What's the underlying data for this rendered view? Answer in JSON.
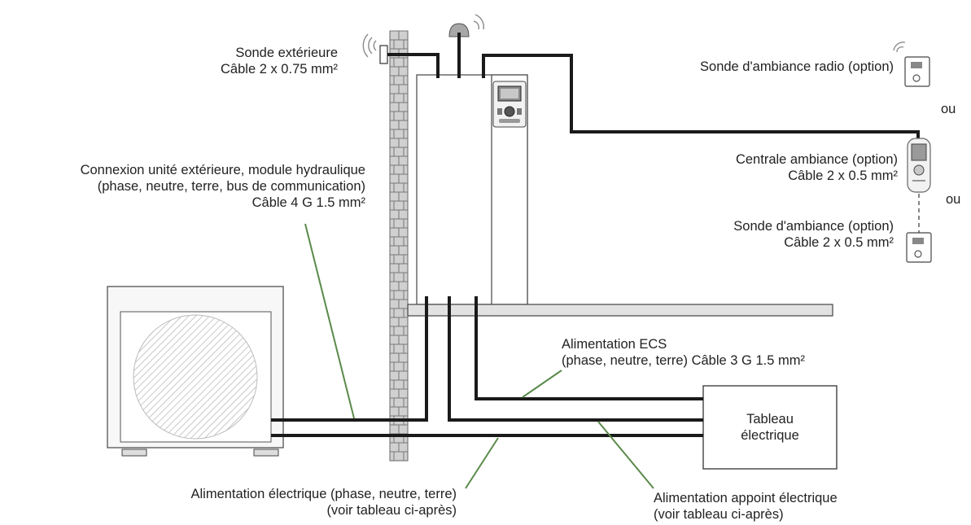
{
  "labels": {
    "sonde_ext_1": "Sonde extérieure",
    "sonde_ext_2": "Câble 2 x 0.75 mm²",
    "sonde_radio": "Sonde d'ambiance radio (option)",
    "ou_1": "ou",
    "centrale_1": "Centrale ambiance (option)",
    "centrale_2": "Câble 2 x 0.5 mm²",
    "ou_2": "ou",
    "sonde_amb_1": "Sonde d'ambiance (option)",
    "sonde_amb_2": "Câble 2 x 0.5 mm²",
    "connexion_1": "Connexion unité extérieure, module hydraulique",
    "connexion_2": "(phase, neutre, terre, bus de communication)",
    "connexion_3": "Câble 4 G 1.5 mm²",
    "ecs_1": "Alimentation ECS",
    "ecs_2": "(phase, neutre, terre) Câble 3 G 1.5 mm²",
    "tableau_1": "Tableau",
    "tableau_2": "électrique",
    "alim_elec_1": "Alimentation électrique (phase, neutre, terre)",
    "alim_elec_2": "(voir tableau ci-après)",
    "appoint_1": "Alimentation appoint électrique",
    "appoint_2": "(voir tableau ci-après)"
  },
  "colors": {
    "cable": "#1a1a1a",
    "leader": "#5a8a4a",
    "wall": "#9a9a9a",
    "outline": "#333333"
  }
}
